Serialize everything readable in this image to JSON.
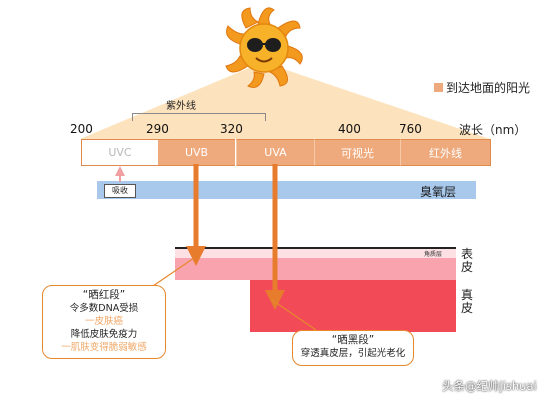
{
  "legend": {
    "label": "到达地面的阳光"
  },
  "uv_bracket": {
    "label": "紫外线"
  },
  "wavelength": {
    "ticks": [
      "200",
      "290",
      "320",
      "400",
      "760"
    ],
    "axis_label": "波长（nm）"
  },
  "bands": [
    {
      "label": "UVC"
    },
    {
      "label": "UVB"
    },
    {
      "label": "UVA"
    },
    {
      "label": "可视光"
    },
    {
      "label": "红外线"
    }
  ],
  "absorb": {
    "label": "吸收"
  },
  "ozone": {
    "label": "臭氧层"
  },
  "skin": {
    "stratum_corneum": "角质层",
    "epidermis": "表皮",
    "dermis": "真皮"
  },
  "uvb_callout": {
    "title": "“晒红段”",
    "lines": [
      "令多数DNA受损",
      "一皮肤癌",
      "降低皮肤免疫力",
      "一肌肤变得脆弱敏感"
    ]
  },
  "uva_callout": {
    "title": "“晒黑段”",
    "line": "穿透真皮层，引起光老化"
  },
  "watermark": {
    "text": "头条@纪帅jishuai"
  },
  "colors": {
    "band_orange": "#eea97c",
    "band_border": "#e08a4e",
    "arrow": "#e77c2c",
    "ozone_blue": "#a9c9ec",
    "epidermis": "#f8a3ad",
    "dermis": "#f24a57",
    "sun_glow": "#fde3bd"
  }
}
